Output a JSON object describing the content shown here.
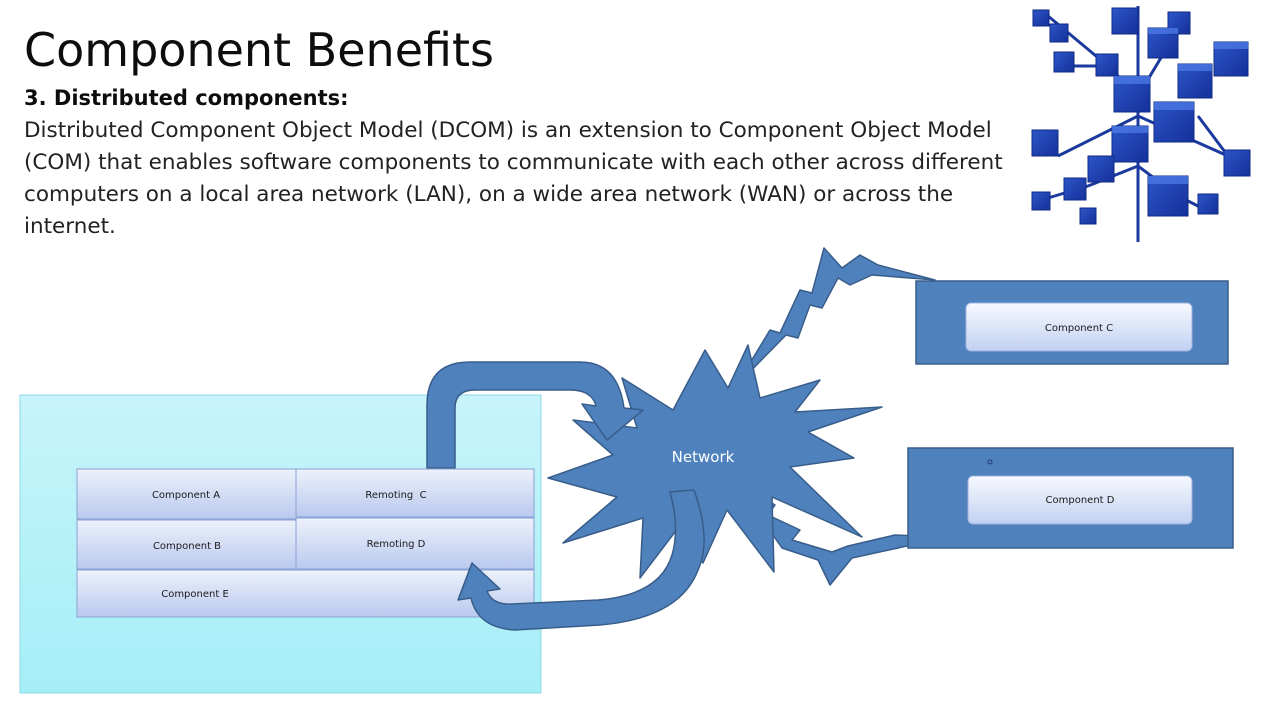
{
  "slide": {
    "title": "Component Benefits",
    "subtitle": "3. Distributed components:",
    "body": "Distributed Component Object Model (DCOM) is an extension to Component Object Model (COM) that enables software components to communicate with each other across different computers on a local area network (LAN), on a wide area network (WAN) or across the internet."
  },
  "diagram": {
    "local_components": {
      "component_a": "Component A",
      "component_b": "Component B",
      "component_e": "Component E",
      "remoting_c": "Remoting  C",
      "remoting_d": "Remoting D"
    },
    "network_label": "Network",
    "remote_components": {
      "component_c": "Component C",
      "component_d": "Component D"
    }
  },
  "colors": {
    "accent_blue": "#4f81bd",
    "box_border": "#385d8a",
    "local_panel": "#b3f0f8",
    "component_fill_top": "#edf1fb",
    "component_fill_bottom": "#b9c9ee"
  },
  "icons": {
    "decorative_image": "network-cubes-icon"
  }
}
